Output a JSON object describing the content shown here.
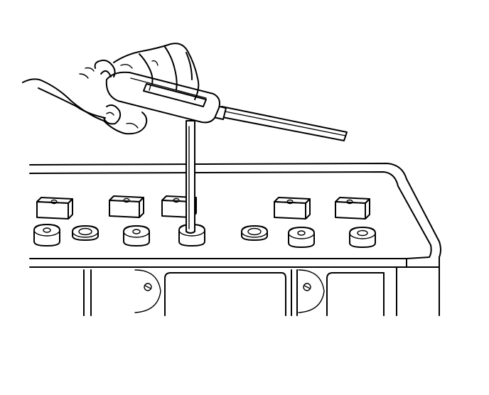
{
  "figure": {
    "background": "#ffffff",
    "line_color": "#000000",
    "parts": {
      "hand": "hand",
      "tool": "tee-handle-tool",
      "housing": "housing",
      "blocks": [
        "block",
        "block",
        "block",
        "block",
        "block"
      ],
      "lifters": [
        "lifter",
        "lifter",
        "lifter",
        "lifter",
        "lifter",
        "lifter",
        "lifter"
      ]
    }
  }
}
